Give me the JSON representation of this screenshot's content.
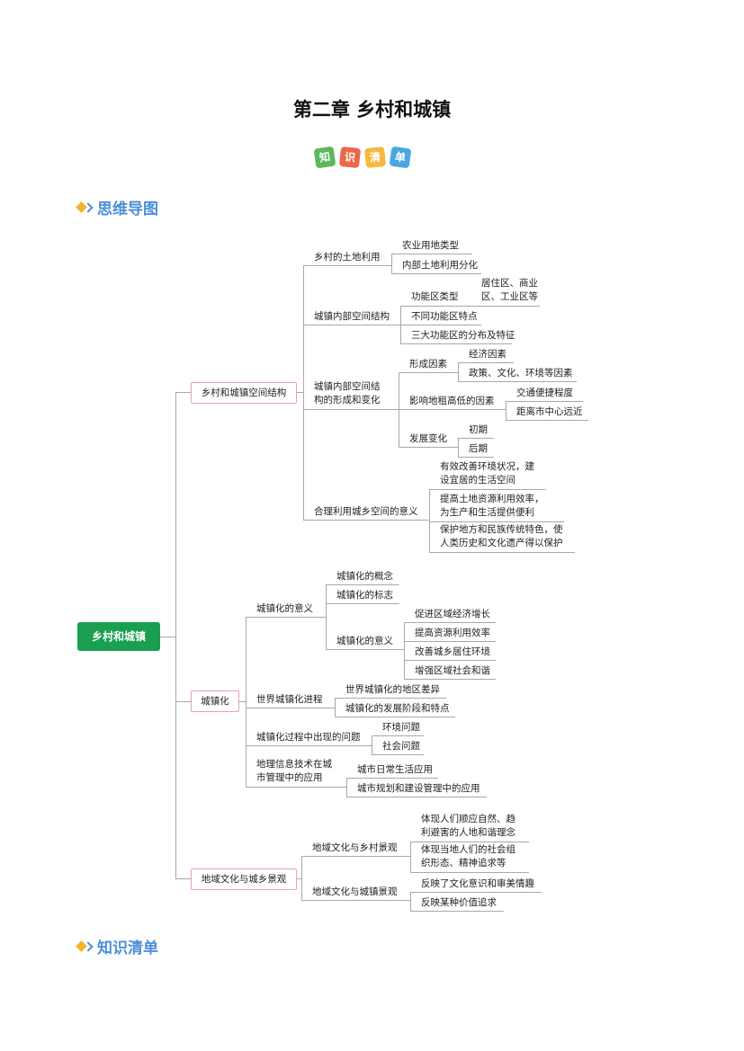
{
  "title": "第二章  乡村和城镇",
  "badge": [
    "知",
    "识",
    "清",
    "单"
  ],
  "badge_colors": [
    "#5cb85c",
    "#e8684a",
    "#f5b942",
    "#4aa8e0"
  ],
  "sections": {
    "mindmap": "思维导图",
    "list": "知识清单"
  },
  "root": "乡村和城镇",
  "b1": {
    "label": "乡村和城镇空间结构",
    "c1": {
      "label": "乡村的土地利用",
      "items": [
        "农业用地类型",
        "内部土地利用分化"
      ]
    },
    "c2": {
      "label": "城镇内部空间结构",
      "k1": "功能区类型",
      "k1_detail": "居住区、商业区、工业区等",
      "k2": "不同功能区特点",
      "k3": "三大功能区的分布及特征"
    },
    "c3": {
      "label": "城镇内部空间结构的形成和变化",
      "f1": {
        "label": "形成因素",
        "items": [
          "经济因素",
          "政策、文化、环境等因素"
        ]
      },
      "f2": {
        "label": "影响地租高低的因素",
        "items": [
          "交通便捷程度",
          "距离市中心远近"
        ]
      },
      "f3": {
        "label": "发展变化",
        "items": [
          "初期",
          "后期"
        ]
      }
    },
    "c4": {
      "label": "合理利用城乡空间的意义",
      "items": [
        "有效改善环境状况，建设宜居的生活空间",
        "提高土地资源利用效率，为生产和生活提供便利",
        "保护地方和民族传统特色，使人类历史和文化遗产得以保护"
      ]
    }
  },
  "b2": {
    "label": "城镇化",
    "c1": {
      "label": "城镇化的意义",
      "k1": "城镇化的概念",
      "k2": "城镇化的标志",
      "k3": "城镇化的意义",
      "items": [
        "促进区域经济增长",
        "提高资源利用效率",
        "改善城乡居住环境",
        "增强区域社会和谐"
      ]
    },
    "c2": {
      "label": "世界城镇化进程",
      "items": [
        "世界城镇化的地区差异",
        "城镇化的发展阶段和特点"
      ]
    },
    "c3": {
      "label": "城镇化过程中出现的问题",
      "items": [
        "环境问题",
        "社会问题"
      ]
    },
    "c4": {
      "label": "地理信息技术在城市管理中的应用",
      "items": [
        "城市日常生活应用",
        "城市规划和建设管理中的应用"
      ]
    }
  },
  "b3": {
    "label": "地域文化与城乡景观",
    "c1": {
      "label": "地域文化与乡村景观",
      "items": [
        "体现人们顺应自然、趋利避害的人地和谐理念",
        "体现当地人们的社会组织形态、精神追求等"
      ]
    },
    "c2": {
      "label": "地域文化与城镇景观",
      "items": [
        "反映了文化意识和审美情趣",
        "反映某种价值追求"
      ]
    }
  }
}
